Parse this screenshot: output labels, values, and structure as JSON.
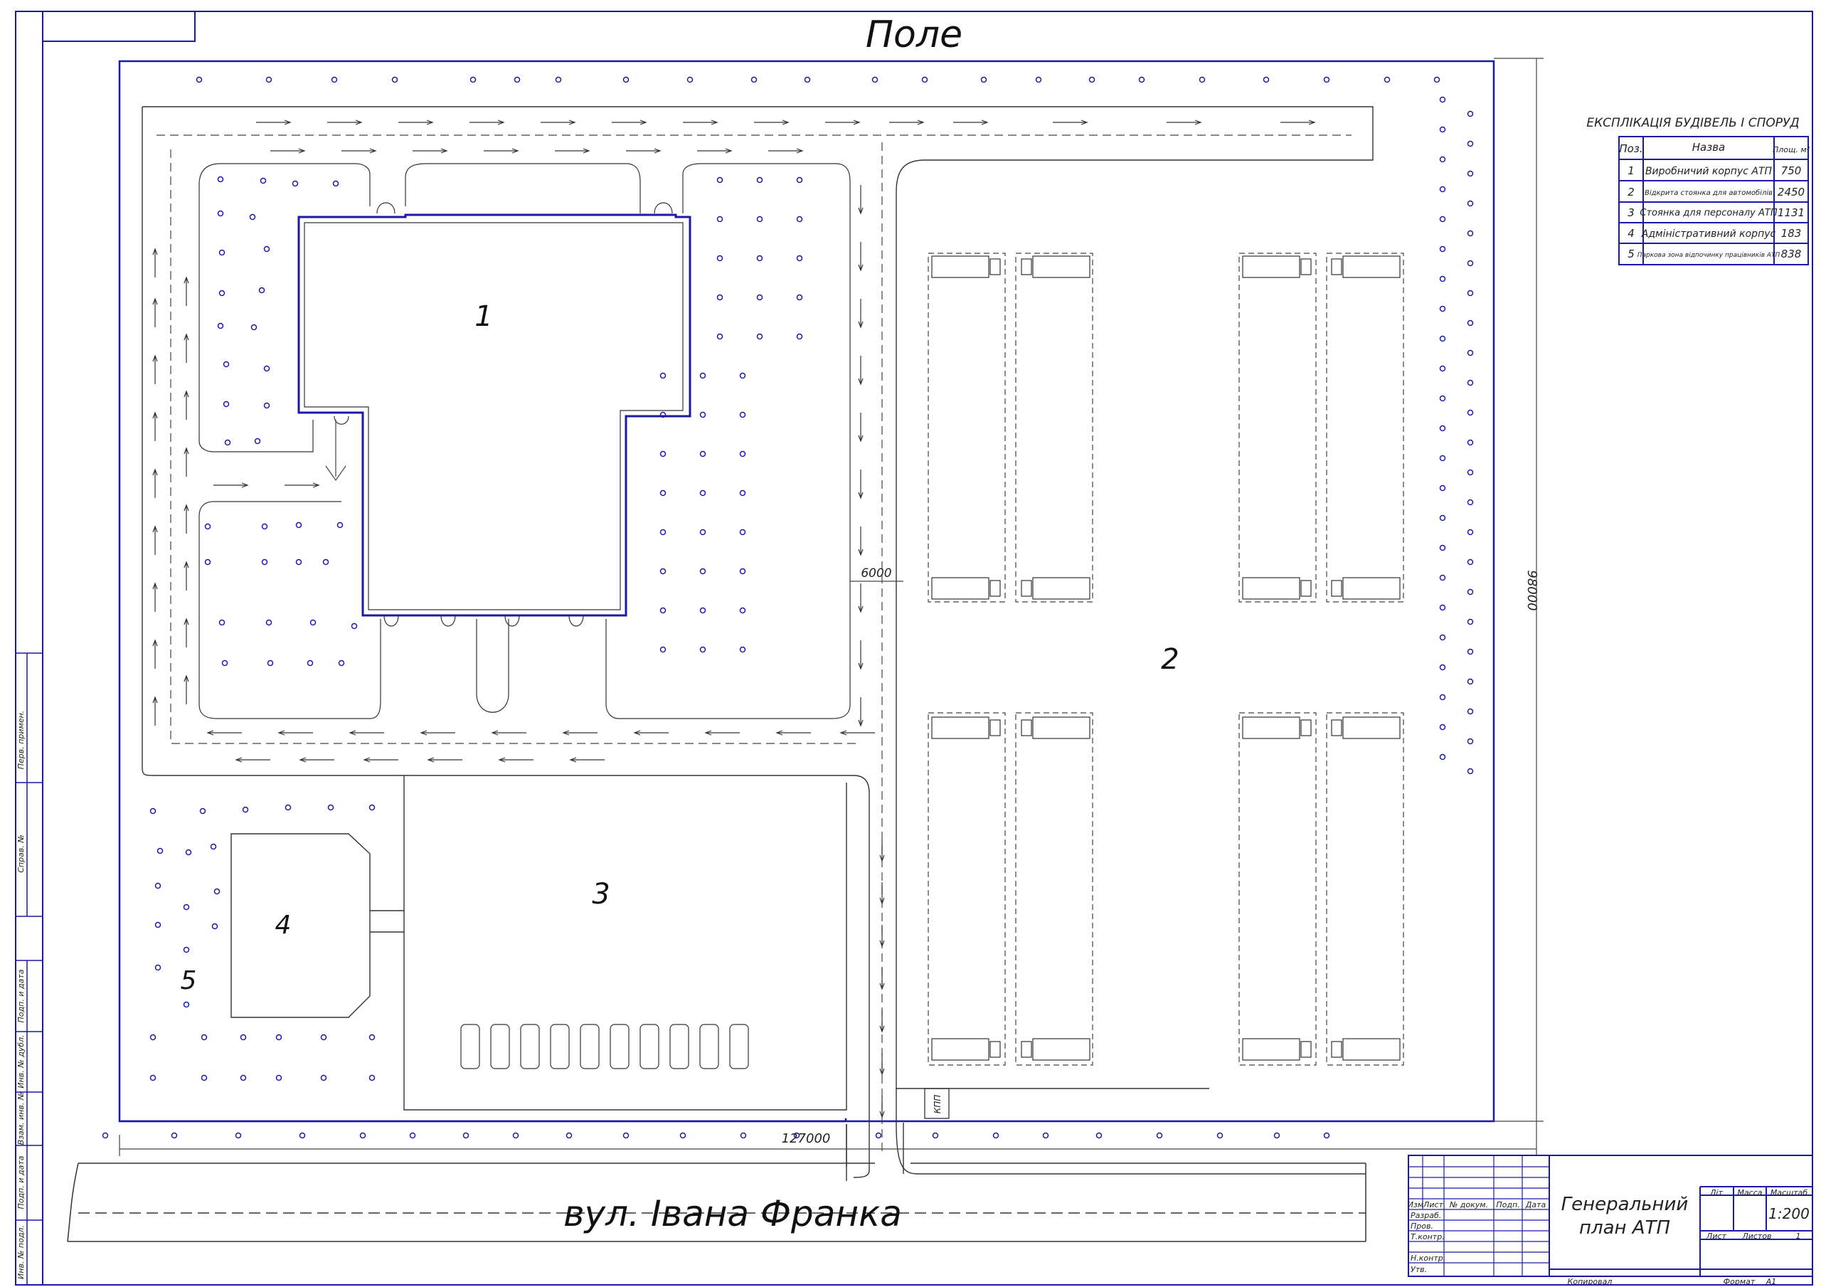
{
  "site": {
    "north_label": "Поле",
    "street_label": "вул. Івана Франка",
    "dim_width": "127000",
    "dim_height": "98000",
    "dim_road": "6000",
    "checkpoint_label": "КПП",
    "zone_labels": [
      "1",
      "2",
      "3",
      "4",
      "5"
    ]
  },
  "explication": {
    "title": "ЕКСПЛІКАЦІЯ БУДІВЕЛЬ І СПОРУД",
    "headers": [
      "Поз.",
      "Назва",
      "Площ. м²"
    ],
    "rows": [
      {
        "pos": "1",
        "name": "Виробничий корпус АТП",
        "area": "750"
      },
      {
        "pos": "2",
        "name": "Відкрита стоянка для автомобілів",
        "area": "2450"
      },
      {
        "pos": "3",
        "name": "Стоянка для персоналу АТП",
        "area": "1131"
      },
      {
        "pos": "4",
        "name": "Адміністративний корпус",
        "area": "183"
      },
      {
        "pos": "5",
        "name": "Паркова зона відпочинку працівників АТП",
        "area": "838"
      }
    ]
  },
  "stamp": {
    "title_line1": "Генеральний",
    "title_line2": "план АТП",
    "lit": "Літ",
    "mass": "Масса",
    "scale_label": "Масштаб",
    "scale": "1:200",
    "sheet": "Лист",
    "sheets": "Листов",
    "sheets_count": "1",
    "col_izm": "Изм",
    "col_list": "Лист",
    "col_doc": "№ докум.",
    "col_sign": "Подп.",
    "col_date": "Дата",
    "roles": [
      "Разраб.",
      "Пров.",
      "Т.контр.",
      "",
      "Н.контр.",
      "Утв."
    ],
    "copied": "Копировал",
    "format_label": "Формат",
    "format": "А1"
  },
  "side_strip": [
    "Перв. примен.",
    "Справ. №",
    "Подп. и дата",
    "Инв. № дубл.",
    "Взам. инв. №",
    "Подп. и дата",
    "Инв. № подл."
  ]
}
